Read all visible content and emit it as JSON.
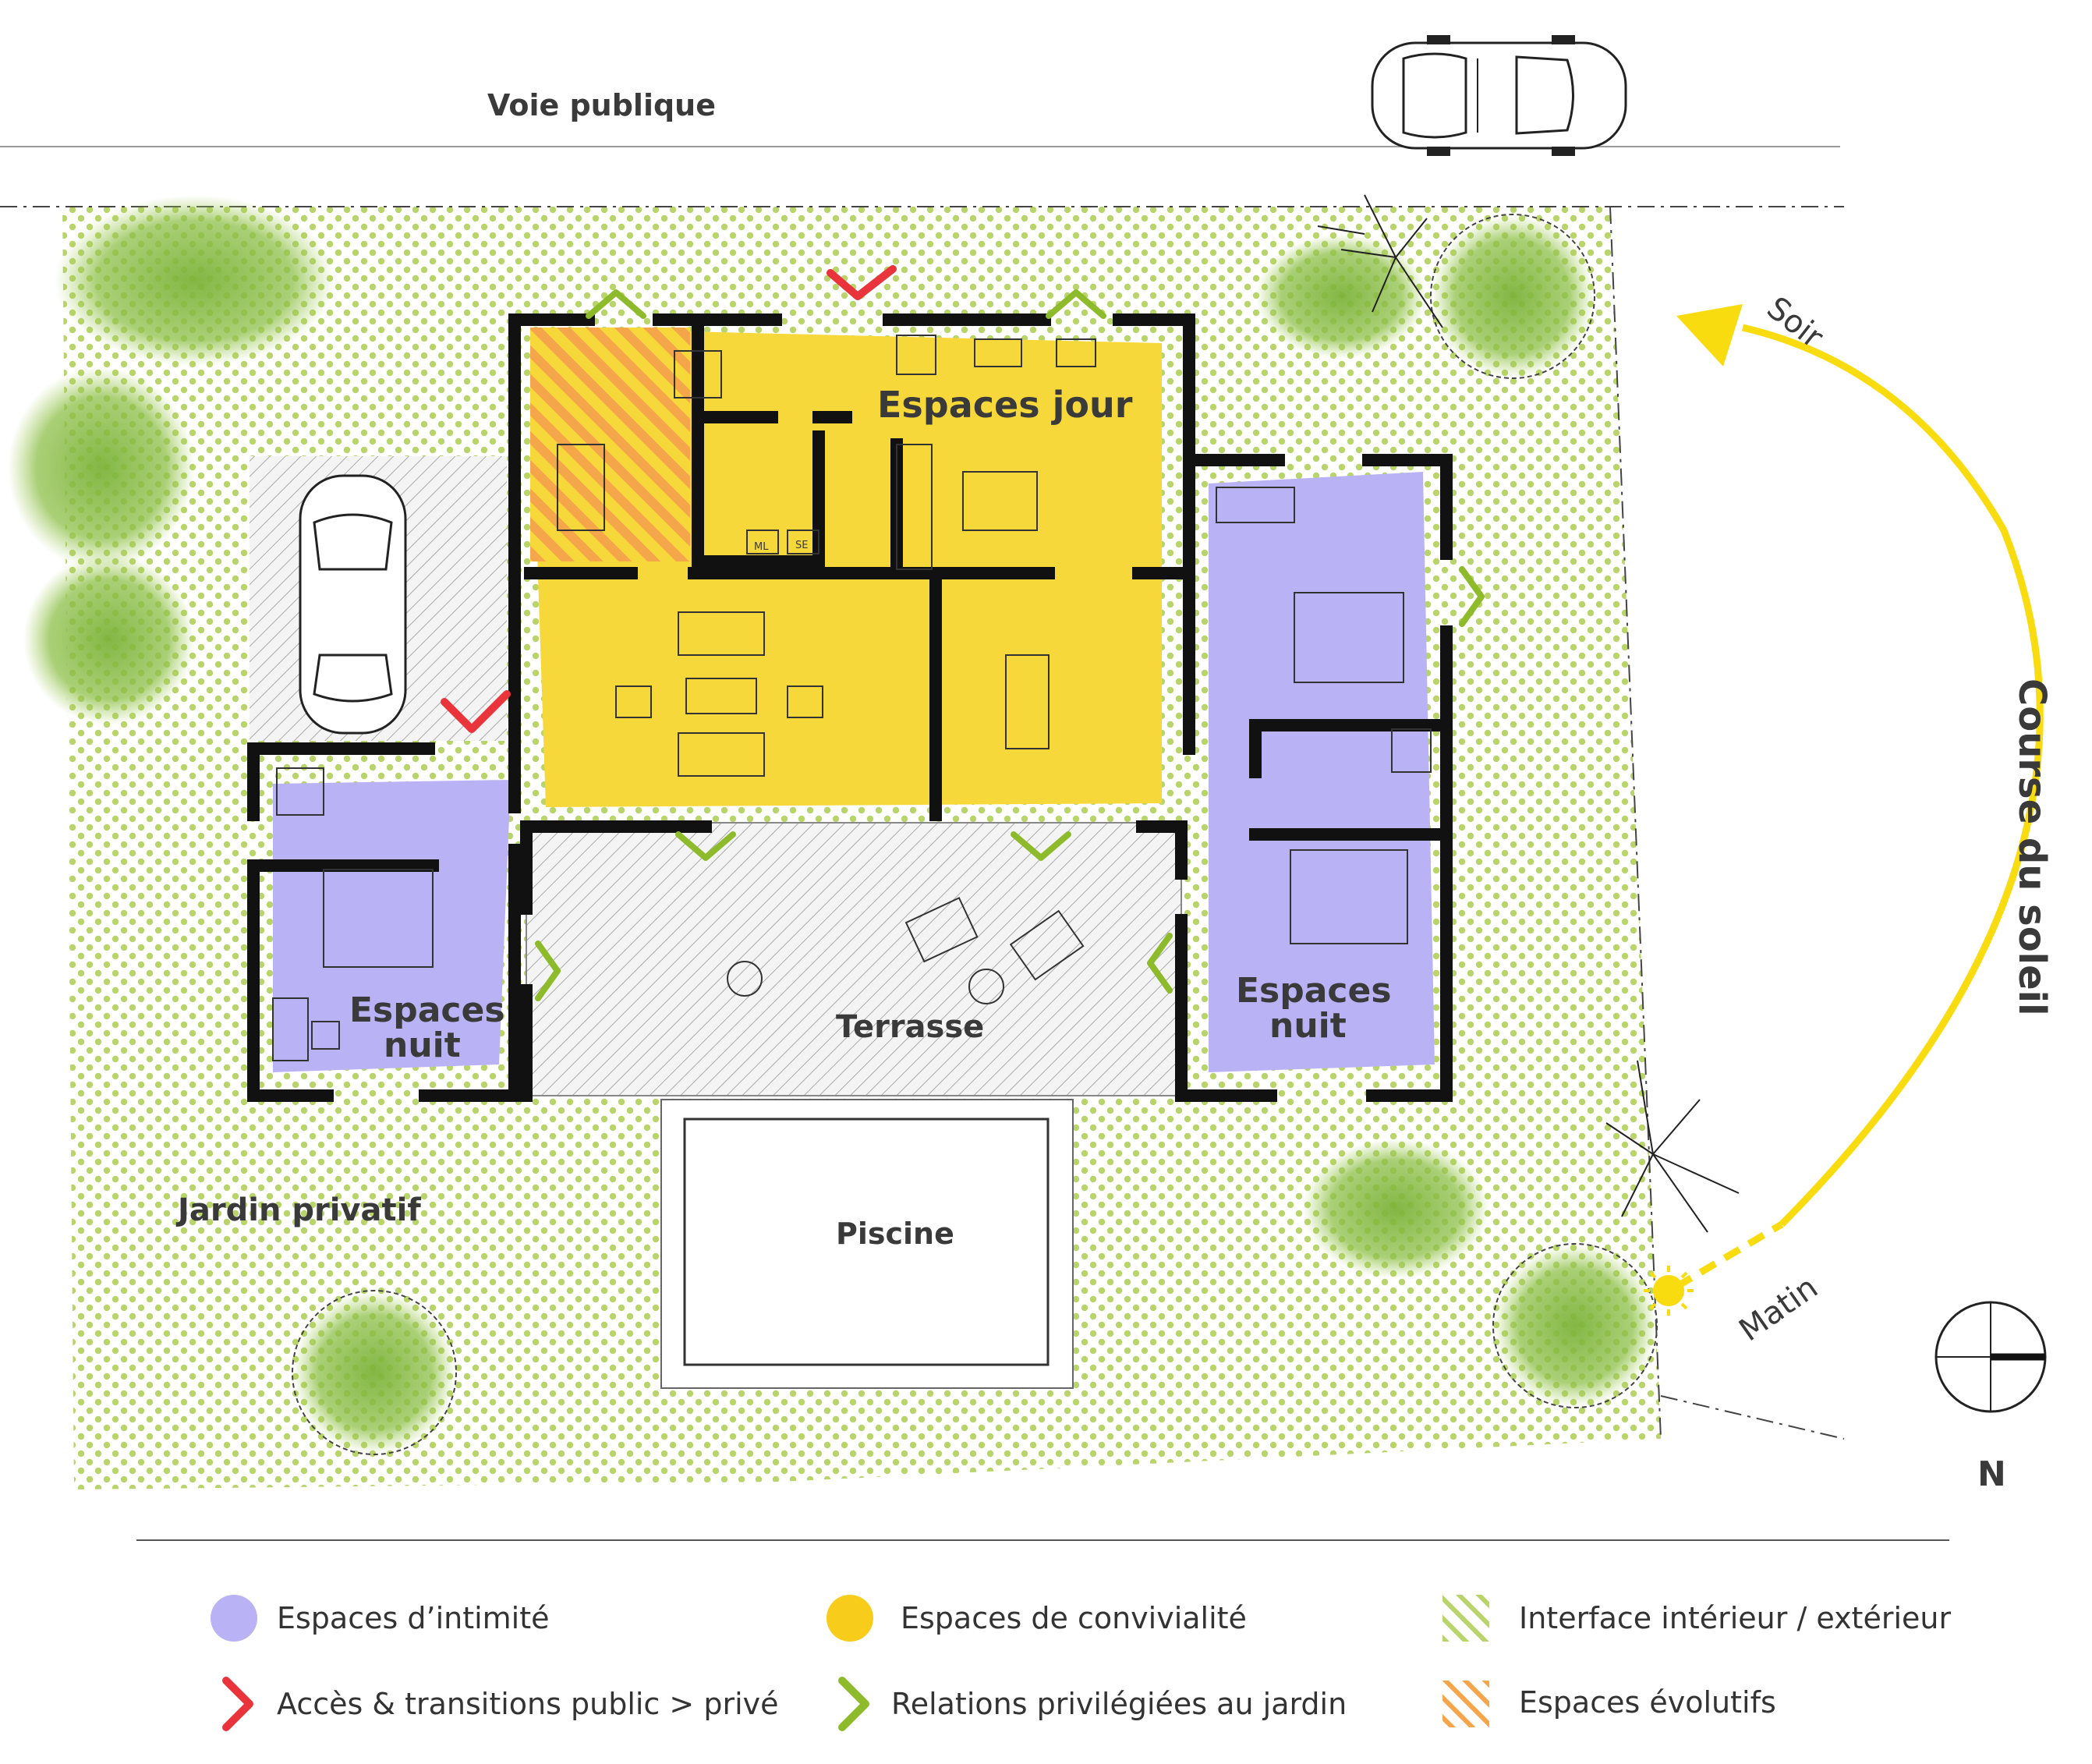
{
  "labels": {
    "street": "Voie publique",
    "day_spaces": "Espaces jour",
    "night_left_1": "Espaces",
    "night_left_2": "nuit",
    "night_right_1": "Espaces",
    "night_right_2": "nuit",
    "terrace": "Terrasse",
    "pool": "Piscine",
    "garden": "Jardin privatif",
    "evening": "Soir",
    "morning": "Matin",
    "sun_path": "Course du soleil",
    "north": "N",
    "laundry_ml": "ML",
    "laundry_se": "SE"
  },
  "legend": [
    {
      "label": "Espaces d’intimité",
      "symbol": "violet-dot"
    },
    {
      "label": "Espaces de convivialité",
      "symbol": "yellow-dot"
    },
    {
      "label": "Interface intérieur / extérieur",
      "symbol": "green-hatch"
    },
    {
      "label": "Accès & transitions public > privé",
      "symbol": "red-chevron"
    },
    {
      "label": "Relations privilégiées au jardin",
      "symbol": "green-chevron"
    },
    {
      "label": "Espaces évolutifs",
      "symbol": "orange-hatch"
    }
  ],
  "colors": {
    "intimacy": "#b9b2f5",
    "conviviality": "#f7d83a",
    "garden": "#c6dd8a",
    "access": "#e8343a",
    "garden_relation": "#8dbb2c",
    "evolving": "#f5a54a",
    "sun": "#f8dc10",
    "wall": "#111111"
  }
}
